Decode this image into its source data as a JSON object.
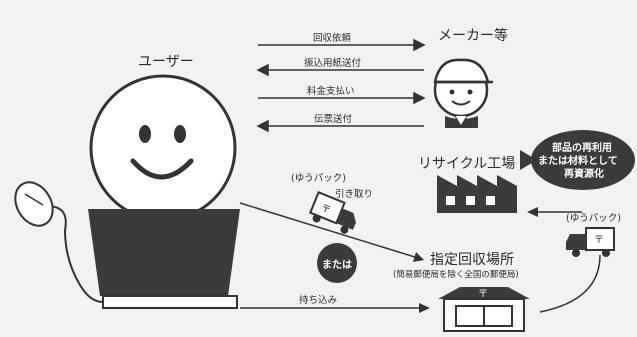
{
  "labels": {
    "user": "ユーザー",
    "maker": "メーカー等",
    "arrow_collection_request": "回収依頼",
    "arrow_transfer_form": "振込用紙送付",
    "arrow_payment": "料金支払い",
    "arrow_slip": "伝票送付",
    "recycle_factory": "リサイクル工場",
    "recycle_badge_line1": "部品の再利用",
    "recycle_badge_line2": "または材料として",
    "recycle_badge_line3": "再資源化",
    "yupack_left": "(ゆうパック)",
    "pickup": "引き取り",
    "or": "または",
    "designated_site": "指定回収場所",
    "designated_site_note": "(簡易郵便局を除く全国の郵便局)",
    "bring_in": "持ち込み",
    "yupack_right": "(ゆうパック)",
    "post_mark": "〒"
  },
  "colors": {
    "line": "#3a3a3a",
    "fill_light": "#ffffff",
    "fill_dark": "#3b3b3b",
    "background": "#f2f2f2"
  }
}
